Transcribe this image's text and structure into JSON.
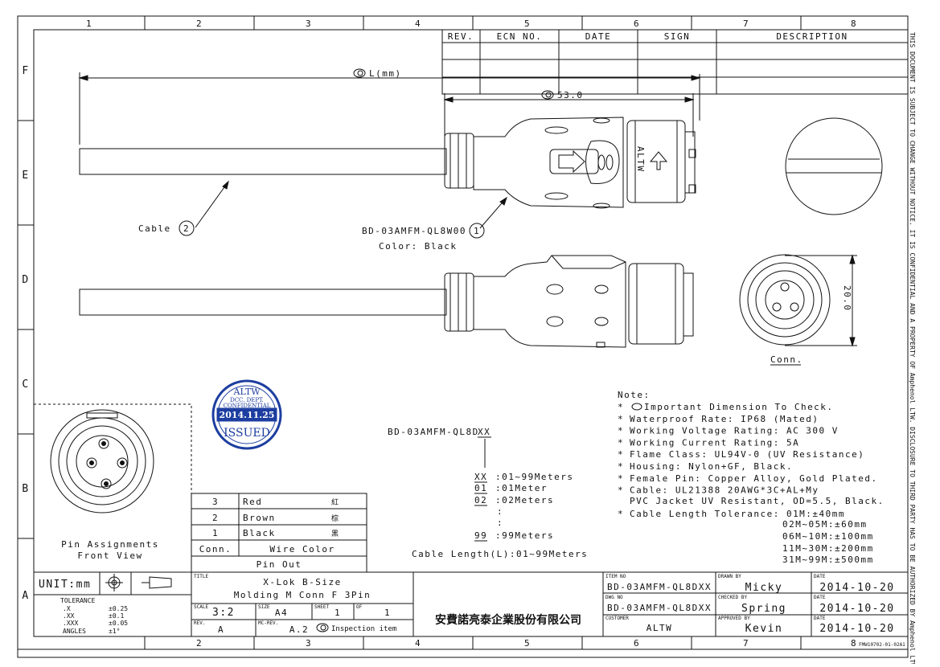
{
  "grid": {
    "columns": [
      "1",
      "2",
      "3",
      "4",
      "5",
      "6",
      "7",
      "8"
    ],
    "rows": [
      "F",
      "E",
      "D",
      "C",
      "B",
      "A"
    ]
  },
  "revision_table": {
    "headers": [
      "REV.",
      "ECN NO.",
      "DATE",
      "SIGN",
      "DESCRIPTION"
    ]
  },
  "side_notice": "THIS DOCUMENT IS SUBJECT TO CHANGE WITHOUT NOTICE. IT IS CONFIDENTIAL AND A PROPERTY OF Amphenol LTW. DISCLOSURE TO THIRD PARTY HAS TO BE AUTHORIZED BY Amphenol LTW",
  "dimensions": {
    "length": "L(mm)",
    "connector_length": "53.0",
    "height": "20.0"
  },
  "callouts": {
    "cable_label": "Cable",
    "cable_number": "2",
    "part_label": "BD-03AMFM-QL8W00",
    "part_number": "1",
    "part_color": "Color: Black",
    "conn_label": "Conn.",
    "housing_text": "ALTW"
  },
  "stamp": {
    "top": "ALTW",
    "dept": "DCC. DEPT.",
    "confidential": "CONFIDENTIAL",
    "date": "2014.11.25",
    "status": "ISSUED"
  },
  "part_code": {
    "base": "BD-03AMFM-QL8D",
    "suffix": "XX",
    "rows": [
      {
        "code": "XX",
        "desc": ":01~99Meters"
      },
      {
        "code": "01",
        "desc": ":01Meter"
      },
      {
        "code": "02",
        "desc": ":02Meters"
      },
      {
        "code": ":",
        "desc": ""
      },
      {
        "code": ":",
        "desc": ""
      },
      {
        "code": "99",
        "desc": ":99Meters"
      }
    ],
    "cable_length": "Cable Length(L):01~99Meters"
  },
  "notes": {
    "title": "Note:",
    "items": [
      "Important Dimension To Check.",
      "Waterproof Rate: IP68 (Mated)",
      "Working Voltage Rating: AC 300 V",
      "Working Current Rating: 5A",
      "Flame Class: UL94V-0 (UV  Resistance)",
      "Housing: Nylon+GF, Black.",
      "Female Pin: Copper Alloy, Gold Plated.",
      "Cable: UL21388 20AWG*3C+AL+My",
      "Cable Length Tolerance: 01M:±40mm"
    ],
    "cable_cont": "PVC Jacket UV Resistant, OD=5.5, Black.",
    "tolerances": [
      "02M~05M:±60mm",
      "06M~10M:±100mm",
      "11M~30M:±200mm",
      "31M~99M:±500mm"
    ]
  },
  "pin_assignments": {
    "title1": "Pin Assignments",
    "title2": "Front View",
    "rows": [
      {
        "conn": "3",
        "color": "Red",
        "zh": "紅"
      },
      {
        "conn": "2",
        "color": "Brown",
        "zh": "棕"
      },
      {
        "conn": "1",
        "color": "Black",
        "zh": "黑"
      }
    ],
    "header_conn": "Conn.",
    "header_wire": "Wire Color",
    "footer": "Pin Out"
  },
  "title_block": {
    "unit": "UNIT:mm",
    "tolerance_label": "TOLERANCE",
    "tolerances": [
      {
        "k": ".X",
        "v": "±0.25"
      },
      {
        "k": ".XX",
        "v": "±0.1"
      },
      {
        "k": ".XXX",
        "v": "±0.05"
      },
      {
        "k": "ANGLES",
        "v": "±1°"
      }
    ],
    "title_label": "TITLE",
    "title_line1": "X-Lok B-Size",
    "title_line2": "Molding M Conn F 3Pin",
    "scale_label": "SCALE",
    "scale": "3:2",
    "size_label": "SIZE",
    "size": "A4",
    "sheet_label": "SHEET",
    "sheet": "1",
    "of_label": "OF",
    "of": "1",
    "rev_label": "REV.",
    "rev": "A",
    "mcrev_label": "MC-REV.",
    "mcrev": "A.2",
    "inspection": "Inspection item",
    "company": "安費諾亮泰企業股份有限公司",
    "item_no_label": "ITEM NO",
    "item_no": "BD-03AMFM-QL8DXX",
    "dwg_no_label": "DWG NO",
    "dwg_no": "BD-03AMFM-QL8DXX",
    "customer_label": "CUSTOMER",
    "customer": "ALTW",
    "drawn_label": "DRAWN BY",
    "drawn": "Micky",
    "checked_label": "CHECKED BY",
    "checked": "Spring",
    "approved_label": "APPROVED BY",
    "approved": "Kevin",
    "date_label": "DATE",
    "date1": "2014-10-20",
    "date2": "2014-10-20",
    "date3": "2014-10-20",
    "form_no": "FMW10702-01-02A1"
  }
}
